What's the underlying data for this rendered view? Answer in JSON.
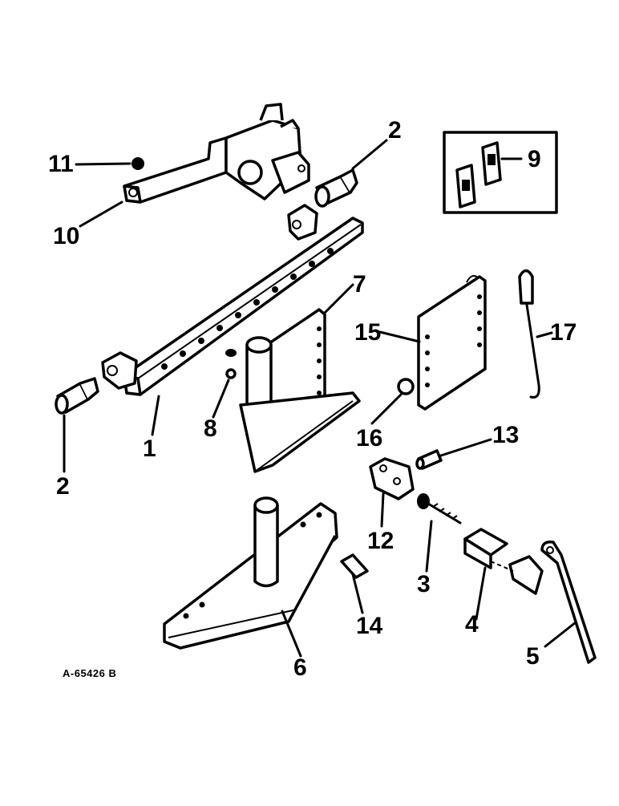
{
  "drawing_code": "A-65426 B",
  "callouts": {
    "c1": "1",
    "c2a": "2",
    "c2b": "2",
    "c3": "3",
    "c4": "4",
    "c5": "5",
    "c6": "6",
    "c7": "7",
    "c8": "8",
    "c9": "9",
    "c10": "10",
    "c11": "11",
    "c12": "12",
    "c13": "13",
    "c14": "14",
    "c15": "15",
    "c16": "16",
    "c17": "17"
  }
}
